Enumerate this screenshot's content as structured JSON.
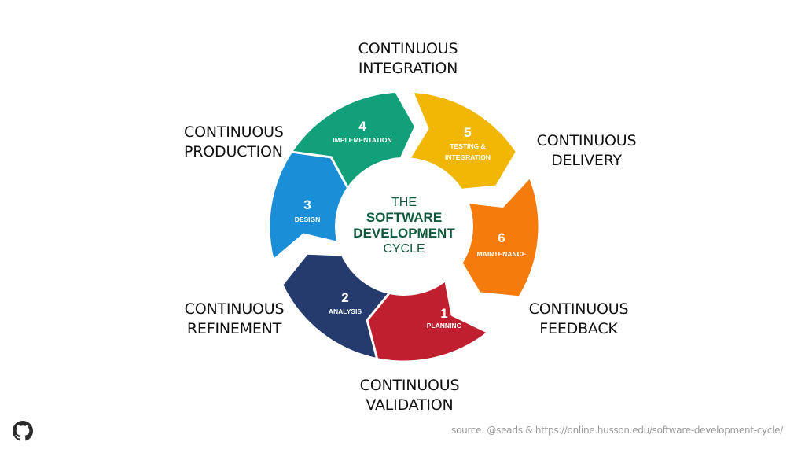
{
  "segments": [
    {
      "number": "1",
      "name": "PLANNING",
      "color": "#bf1f2f"
    },
    {
      "number": "2",
      "name": "ANALYSIS",
      "color": "#253b6e"
    },
    {
      "number": "3",
      "name": "DESIGN",
      "color": "#1a8fd8"
    },
    {
      "number": "4",
      "name": "IMPLEMENTATION",
      "color": "#12a07a"
    },
    {
      "number": "5",
      "name_line1": "TESTING &",
      "name_line2": "INTEGRATION",
      "color": "#f2b705"
    },
    {
      "number": "6",
      "name": "MAINTENANCE",
      "color": "#f47b0c"
    }
  ],
  "hub": {
    "line1": "THE",
    "line2": "SOFTWARE",
    "line3": "DEVELOPMENT",
    "line4": "CYCLE",
    "color": "#0f5a3b"
  },
  "labels": {
    "integration": {
      "line1": "CONTINUOUS",
      "line2": "INTEGRATION"
    },
    "delivery": {
      "line1": "CONTINUOUS",
      "line2": "DELIVERY"
    },
    "feedback": {
      "line1": "CONTINUOUS",
      "line2": "FEEDBACK"
    },
    "validation": {
      "line1": "CONTINUOUS",
      "line2": "VALIDATION"
    },
    "refinement": {
      "line1": "CONTINUOUS",
      "line2": "REFINEMENT"
    },
    "production": {
      "line1": "CONTINUOUS",
      "line2": "PRODUCTION"
    }
  },
  "source": "source: @searls & https://online.husson.edu/software-development-cycle/",
  "icons": {
    "corner": "github-icon"
  }
}
